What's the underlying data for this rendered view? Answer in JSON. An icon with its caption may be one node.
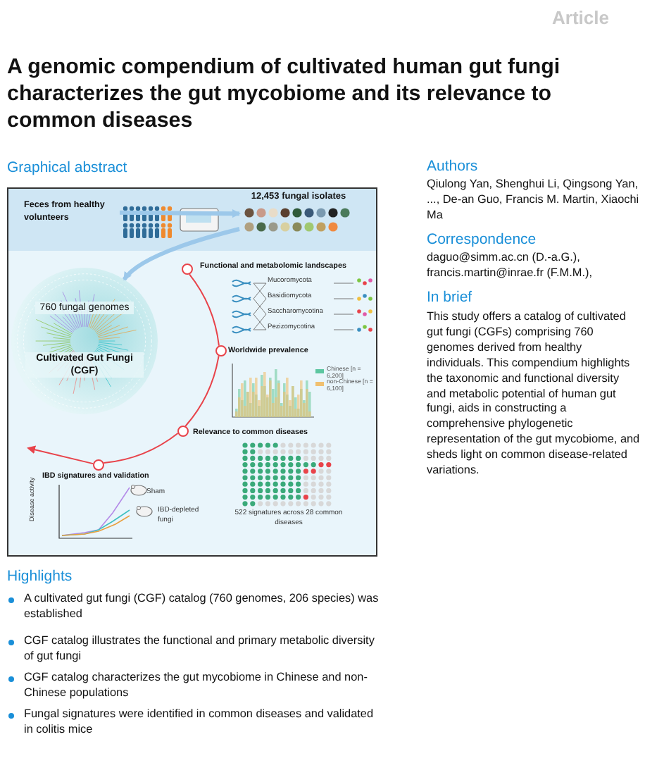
{
  "diagram": {
    "title": "A genomic compendium of cultivated human gut fungi characterizes the gut mycobiome and its relevance to common diseases",
    "nodes": [
      {
        "text": [
          "Feces from healthy volunteers"
        ]
      },
      {
        "text": [
          "12,453 fungal isolates"
        ]
      },
      {
        "text": [
          "760 fungal genomes",
          "Cultivated Gut Fungi (CGF)"
        ]
      },
      {
        "text": [],
        "shape": "circle",
        "beside": [
          "Functional and metabolomic landscapes"
        ]
      },
      {
        "text": [],
        "shape": "circle",
        "beside": [
          "Worldwide prevalence"
        ]
      },
      {
        "text": [],
        "shape": "circle",
        "beside": [
          "Relevance to common diseases"
        ]
      },
      {
        "text": [],
        "shape": "circle",
        "beside": [
          "IBD signatures and validation"
        ]
      }
    ],
    "edges": [
      {
        "from": 0,
        "to": 1,
        "arrow": "to",
        "style": "thick",
        "color": "#9cc8ea"
      },
      {
        "from": 1,
        "to": 2,
        "arrow": "to",
        "style": "thick",
        "color": "#9cc8ea"
      },
      {
        "from": 3,
        "to": 4,
        "arrow": "none"
      },
      {
        "from": 4,
        "to": 5,
        "arrow": "none"
      },
      {
        "from": 5,
        "to": 6,
        "arrow": "none"
      },
      {
        "from": 6,
        "to": null,
        "arrow": "to"
      }
    ],
    "labels": [
      "Article",
      "Graphical abstract",
      "Mucoromycota",
      "Basidiomycota",
      "Saccharomycotina",
      "Pezizomycotina",
      "522 signatures across 28 common diseases",
      "Disease activity",
      "Sham",
      "IBD-depleted fungi",
      "Authors",
      "Qiulong Yan, Shenghui Li, Qingsong Yan, ..., De-an Guo, Francis M. Martin, Xiaochi Ma",
      "Correspondence",
      "daguo@simm.ac.cn (D.-a.G.),",
      "francis.martin@inrae.fr (F.M.M.),",
      "In brief",
      "This study offers a catalog of cultivated gut fungi (CGFs) comprising 760 genomes derived from healthy individuals. This compendium highlights the taxonomic and functional diversity and metabolic potential of human gut fungi, aids in constructing a comprehensive phylogenetic representation of the gut mycobiome, and sheds light on common disease-related variations.",
      "Highlights",
      "A cultivated gut fungi (CGF) catalog (760 genomes, 206 species) was established",
      "CGF catalog illustrates the functional and primary metabolic diversity of gut fungi",
      "CGF catalog characterizes the gut mycobiome in Chinese and non-Chinese populations",
      "Fungal signatures were identified in common diseases and validated in colitis mice"
    ],
    "legend": [
      {
        "text": "Chinese [n = 6,200]",
        "color": "#5cc6a0"
      },
      {
        "text": "non-Chinese [n = 6,100]",
        "color": "#f0c070"
      }
    ]
  }
}
